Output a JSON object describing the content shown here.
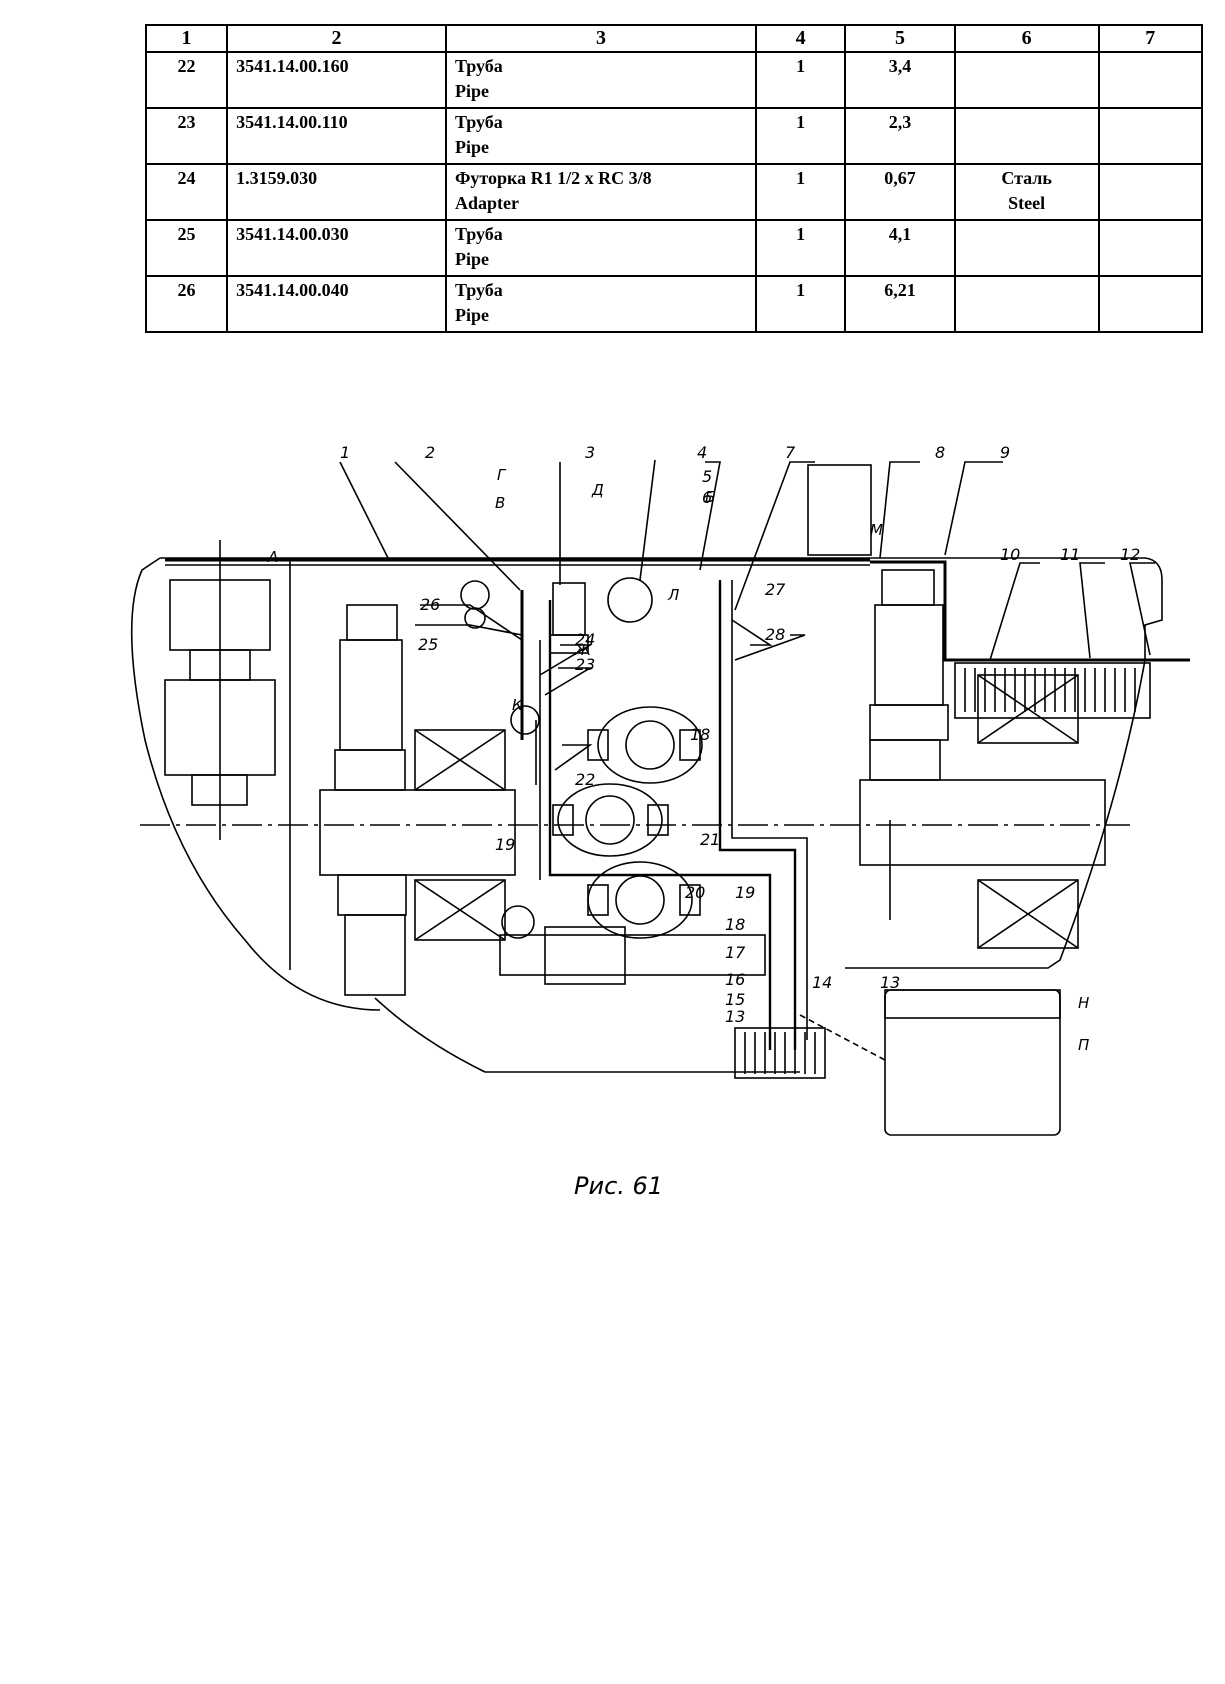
{
  "table": {
    "headers": [
      "1",
      "2",
      "3",
      "4",
      "5",
      "6",
      "7"
    ],
    "rows": [
      {
        "pos": "22",
        "designation": "3541.14.00.160",
        "name_ru": "Труба",
        "name_en": "Pipe",
        "qty": "1",
        "mass": "3,4",
        "material_ru": "",
        "material_en": "",
        "note": ""
      },
      {
        "pos": "23",
        "designation": "3541.14.00.110",
        "name_ru": "Труба",
        "name_en": "Pipe",
        "qty": "1",
        "mass": "2,3",
        "material_ru": "",
        "material_en": "",
        "note": ""
      },
      {
        "pos": "24",
        "designation": "1.3159.030",
        "name_ru": "Футорка R1 1/2 x RC 3/8",
        "name_en": "Adapter",
        "qty": "1",
        "mass": "0,67",
        "material_ru": "Сталь",
        "material_en": "Steel",
        "note": ""
      },
      {
        "pos": "25",
        "designation": "3541.14.00.030",
        "name_ru": "Труба",
        "name_en": "Pipe",
        "qty": "1",
        "mass": "4,1",
        "material_ru": "",
        "material_en": "",
        "note": ""
      },
      {
        "pos": "26",
        "designation": "3541.14.00.040",
        "name_ru": "Труба",
        "name_en": "Pipe",
        "qty": "1",
        "mass": "6,21",
        "material_ru": "",
        "material_en": "",
        "note": ""
      }
    ]
  },
  "drawing": {
    "callouts": [
      "1",
      "2",
      "3",
      "4",
      "5",
      "6",
      "7",
      "8",
      "9",
      "10",
      "11",
      "12",
      "13",
      "14",
      "15",
      "16",
      "17",
      "18",
      "19",
      "20",
      "21",
      "22",
      "23",
      "24",
      "25",
      "26",
      "27",
      "28"
    ],
    "section_marks": [
      "А",
      "Б",
      "В",
      "Г",
      "Д",
      "Ж",
      "К",
      "Л",
      "М",
      "Н",
      "П"
    ],
    "extra_marks": {
      "k19": "19",
      "k18": "18",
      "k13": "13"
    }
  },
  "caption": "Рис. 61"
}
